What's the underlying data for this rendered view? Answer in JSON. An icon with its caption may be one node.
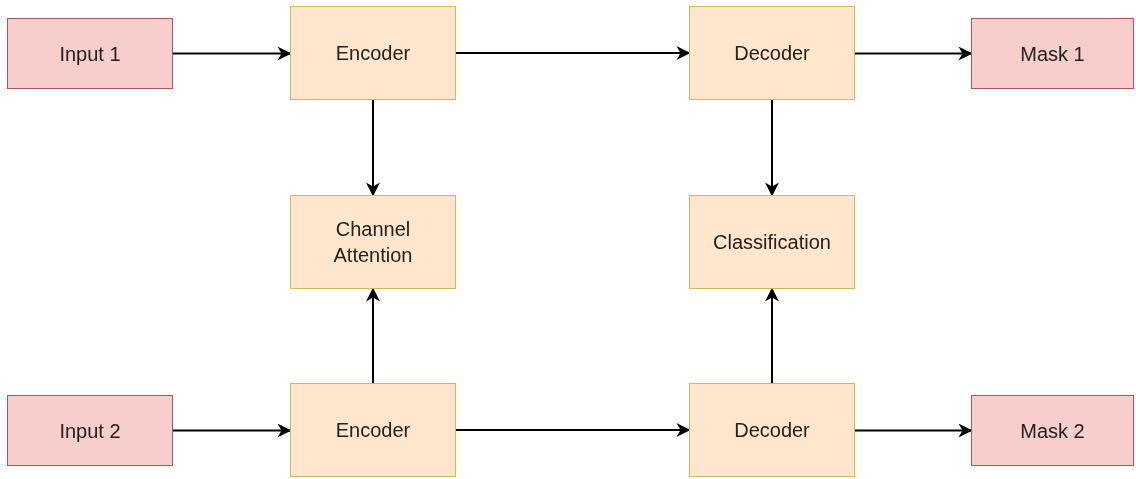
{
  "diagram": {
    "nodes": [
      {
        "text": [
          "Input 1"
        ]
      },
      {
        "text": [
          "Encoder"
        ]
      },
      {
        "text": [
          "Decoder"
        ]
      },
      {
        "text": [
          "Mask 1"
        ]
      },
      {
        "text": [
          "Channel Attention"
        ]
      },
      {
        "text": [
          "Classification"
        ]
      },
      {
        "text": [
          "Input 2"
        ]
      },
      {
        "text": [
          "Encoder"
        ]
      },
      {
        "text": [
          "Decoder"
        ]
      },
      {
        "text": [
          "Mask 2"
        ]
      }
    ],
    "edges": [
      {
        "from": 0,
        "to": 1,
        "arrow": "to"
      },
      {
        "from": 1,
        "to": 2,
        "arrow": "to"
      },
      {
        "from": 2,
        "to": 3,
        "arrow": "to"
      },
      {
        "from": 1,
        "to": 4,
        "arrow": "to"
      },
      {
        "from": 2,
        "to": 5,
        "arrow": "to"
      },
      {
        "from": 6,
        "to": 7,
        "arrow": "to"
      },
      {
        "from": 7,
        "to": 8,
        "arrow": "to"
      },
      {
        "from": 8,
        "to": 9,
        "arrow": "to"
      },
      {
        "from": 7,
        "to": 4,
        "arrow": "to"
      },
      {
        "from": 8,
        "to": 5,
        "arrow": "to"
      }
    ]
  }
}
